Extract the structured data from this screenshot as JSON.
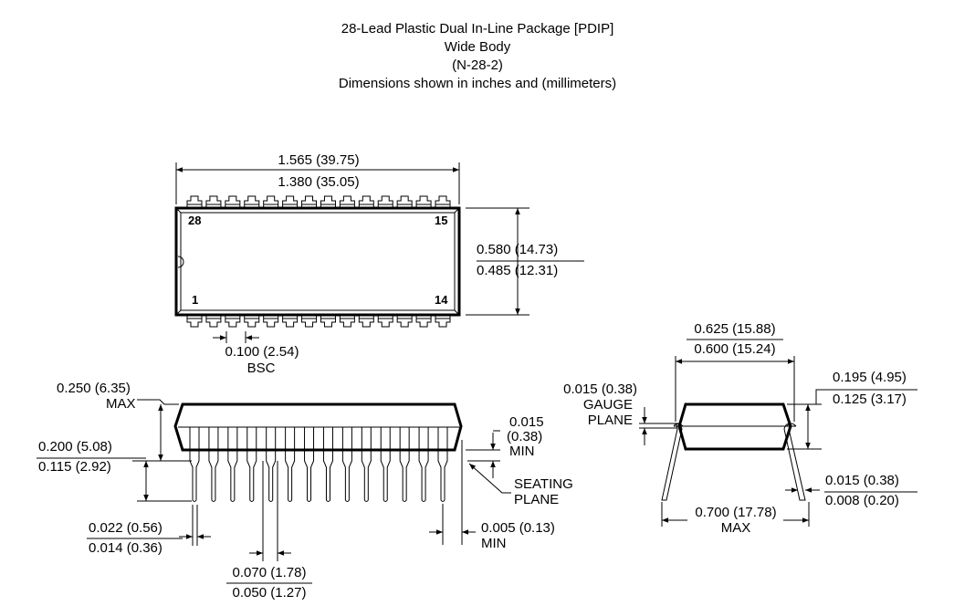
{
  "title": {
    "line1": "28-Lead Plastic Dual In-Line Package [PDIP]",
    "line2": "Wide Body",
    "line3": "(N-28-2)",
    "line4": "Dimensions shown in inches and (millimeters)"
  },
  "top_view": {
    "pin_count_per_side": 14,
    "pin_labels": {
      "top_left": "28",
      "top_right": "15",
      "bottom_left": "1",
      "bottom_right": "14"
    },
    "length_max": "1.565 (39.75)",
    "length_min": "1.380 (35.05)",
    "width_max": "0.580 (14.73)",
    "width_min": "0.485 (12.31)",
    "pitch": "0.100 (2.54)",
    "pitch_note": "BSC"
  },
  "side_view": {
    "height_max": "0.250 (6.35)",
    "height_max_note": "MAX",
    "lead_len_max": "0.200 (5.08)",
    "lead_len_min": "0.115 (2.92)",
    "standoff_val": "0.015",
    "standoff_mm": "(0.38)",
    "standoff_note": "MIN",
    "seating_1": "SEATING",
    "seating_2": "PLANE",
    "lead_w_max": "0.022 (0.56)",
    "lead_w_min": "0.014 (0.36)",
    "shoulder_max": "0.070 (1.78)",
    "shoulder_min": "0.050 (1.27)",
    "end_gap": "0.005 (0.13)",
    "end_gap_note": "MIN"
  },
  "end_view": {
    "row_max": "0.625 (15.88)",
    "row_min": "0.600 (15.24)",
    "body_h_max": "0.195 (4.95)",
    "body_h_min": "0.125 (3.17)",
    "gauge_val": "0.015 (0.38)",
    "gauge_1": "GAUGE",
    "gauge_2": "PLANE",
    "lead_t_max": "0.015 (0.38)",
    "lead_t_min": "0.008 (0.20)",
    "span_max": "0.700 (17.78)",
    "span_note": "MAX"
  }
}
